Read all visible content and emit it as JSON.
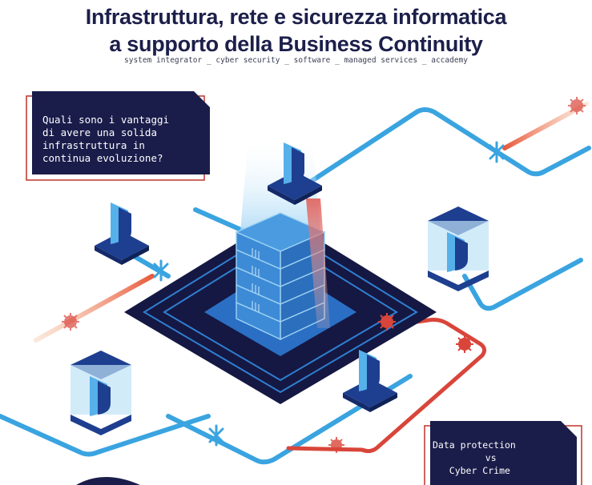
{
  "header": {
    "title_line1": "Infrastruttura, rete e sicurezza informatica",
    "title_line2": "a supporto della Business Continuity",
    "subtitle": "system integrator _ cyber security _ software _ managed services _ accademy"
  },
  "question_card": {
    "text": "Quali sono i vantaggi\ndi avere una solida\ninfrastruttura in\ncontinua evoluzione?"
  },
  "data_card": {
    "text": "Data protection\n      vs\n  Cyber Crime"
  },
  "colors": {
    "navy": "#1c1f4a",
    "network_blue": "#3aa4e0",
    "threat_red": "#d9453a",
    "card_border": "#c0322b"
  },
  "icons": [
    "shield-icon",
    "server-icon",
    "virus-icon",
    "firewall-icon"
  ]
}
